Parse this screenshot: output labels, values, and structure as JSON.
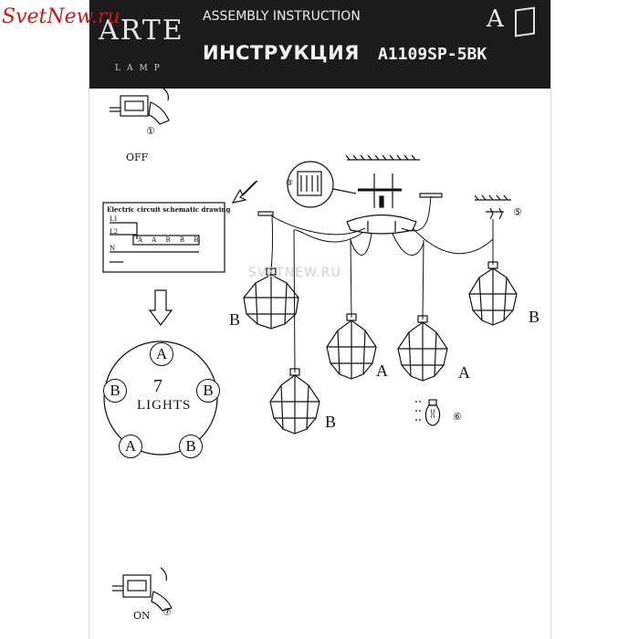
{
  "watermark": {
    "text": "SvetNew.ru"
  },
  "header": {
    "logo": "ARTE",
    "logo_sub": "LAMP",
    "title_en": "ASSEMBLY INSTRUCTION",
    "title_ru": "ИНСТРУКЦИЯ",
    "model": "A1109SP-5BK",
    "doc_letter": "A"
  },
  "steps": {
    "s1_num": "①",
    "s1_label": "OFF",
    "s7_num": "⑦",
    "s7_label": "ON",
    "s3_num": "③",
    "s5_num": "⑤",
    "s6_num": "⑥"
  },
  "schematic": {
    "title": "Electric circuit schematic drawing",
    "l1": "L1",
    "l2": "L2",
    "n": "N",
    "terminals": "A A B B B"
  },
  "ring": {
    "count": "7",
    "lights": "LIGHTS",
    "labels": [
      "A",
      "B",
      "B",
      "A",
      "B"
    ]
  },
  "shades": [
    "B",
    "A",
    "A",
    "B",
    "B"
  ],
  "site_watermark": "SVETNEW.RU",
  "colors": {
    "header_bg": "#1c1c1c",
    "watermark": "#c81818"
  }
}
